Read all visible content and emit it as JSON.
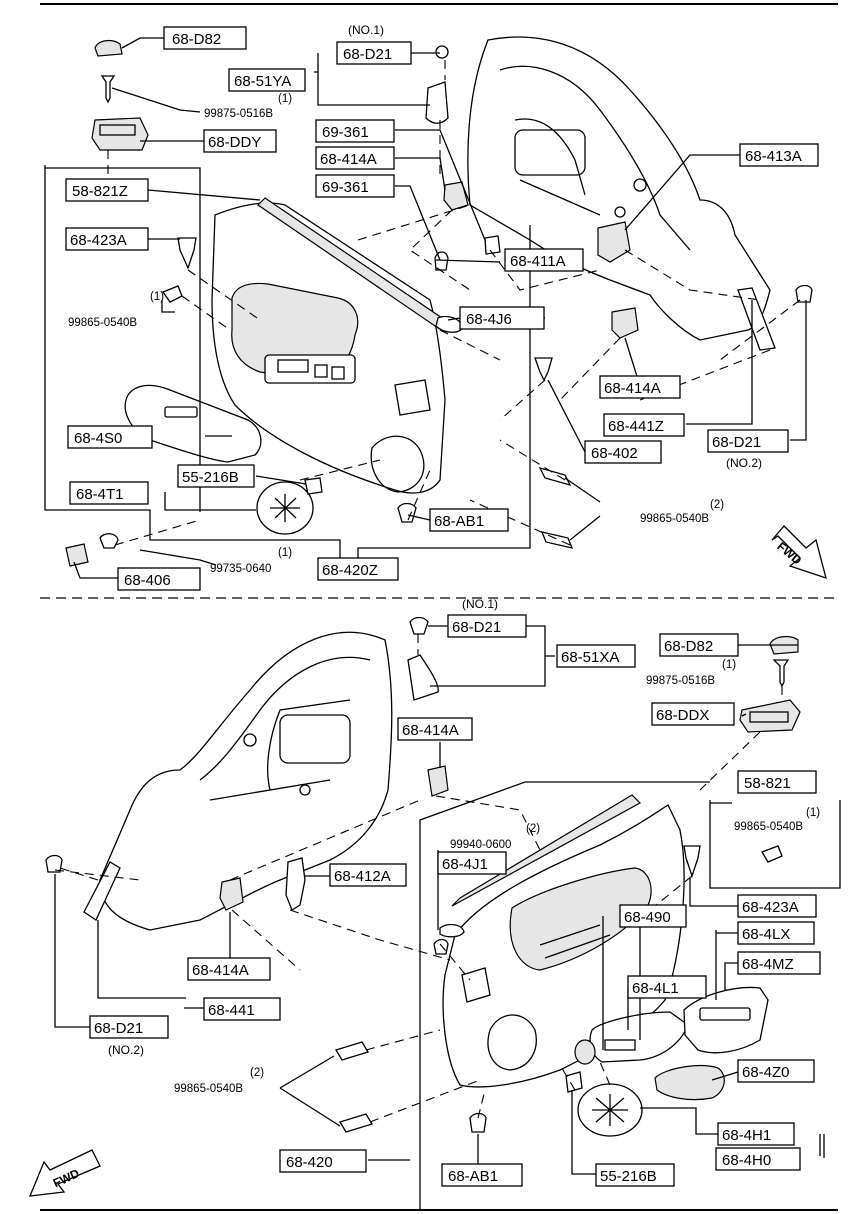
{
  "upper": {
    "labels": {
      "d82": "68-D82",
      "d21_no1": "68-D21",
      "no1": "(NO.1)",
      "ya": "68-51YA",
      "qty1_a": "(1)",
      "scr_0516": "99875-0516B",
      "ddy": "68-DDY",
      "p69361a": "69-361",
      "p414a_top": "68-414A",
      "p69361b": "69-361",
      "p413a": "68-413A",
      "p821z": "58-821Z",
      "p423a": "68-423A",
      "p411a": "68-411A",
      "qty1_b": "(1)",
      "scr_0540a": "99865-0540B",
      "p4j6": "68-4J6",
      "p414a_mid": "68-414A",
      "p441z": "68-441Z",
      "d21_no2": "68-D21",
      "no2": "(NO.2)",
      "p4s0": "68-4S0",
      "p402": "68-402",
      "p216b": "55-216B",
      "p4t1": "68-4T1",
      "qty2": "(2)",
      "scr_0540b": "99865-0540B",
      "ab1": "68-AB1",
      "qty1_c": "(1)",
      "scr_0640": "99735-0640",
      "p420z": "68-420Z",
      "p406": "68-406",
      "fwd": "FWD"
    }
  },
  "lower": {
    "labels": {
      "no1": "(NO.1)",
      "d21_no1": "68-D21",
      "xa": "68-51XA",
      "d82": "68-D82",
      "qty1_a": "(1)",
      "scr_0516": "99875-0516B",
      "ddx": "68-DDX",
      "p414a_top": "68-414A",
      "p821": "58-821",
      "qty1_b": "(1)",
      "scr_0540a": "99865-0540B",
      "qty2_a": "(2)",
      "scr_0600": "99940-0600",
      "p4j1": "68-4J1",
      "p412a": "68-412A",
      "p490": "68-490",
      "p423a": "68-423A",
      "p4lx": "68-4LX",
      "p414a_bot": "68-414A",
      "p4mz": "68-4MZ",
      "p4l1": "68-4L1",
      "p441": "68-441",
      "d21_no2": "68-D21",
      "no2": "(NO.2)",
      "qty2_b": "(2)",
      "scr_0540b": "99865-0540B",
      "p4z0": "68-4Z0",
      "p4h1": "68-4H1",
      "p4h0": "68-4H0",
      "p420": "68-420",
      "ab1": "68-AB1",
      "p216b": "55-216B",
      "fwd": "FWD"
    }
  }
}
